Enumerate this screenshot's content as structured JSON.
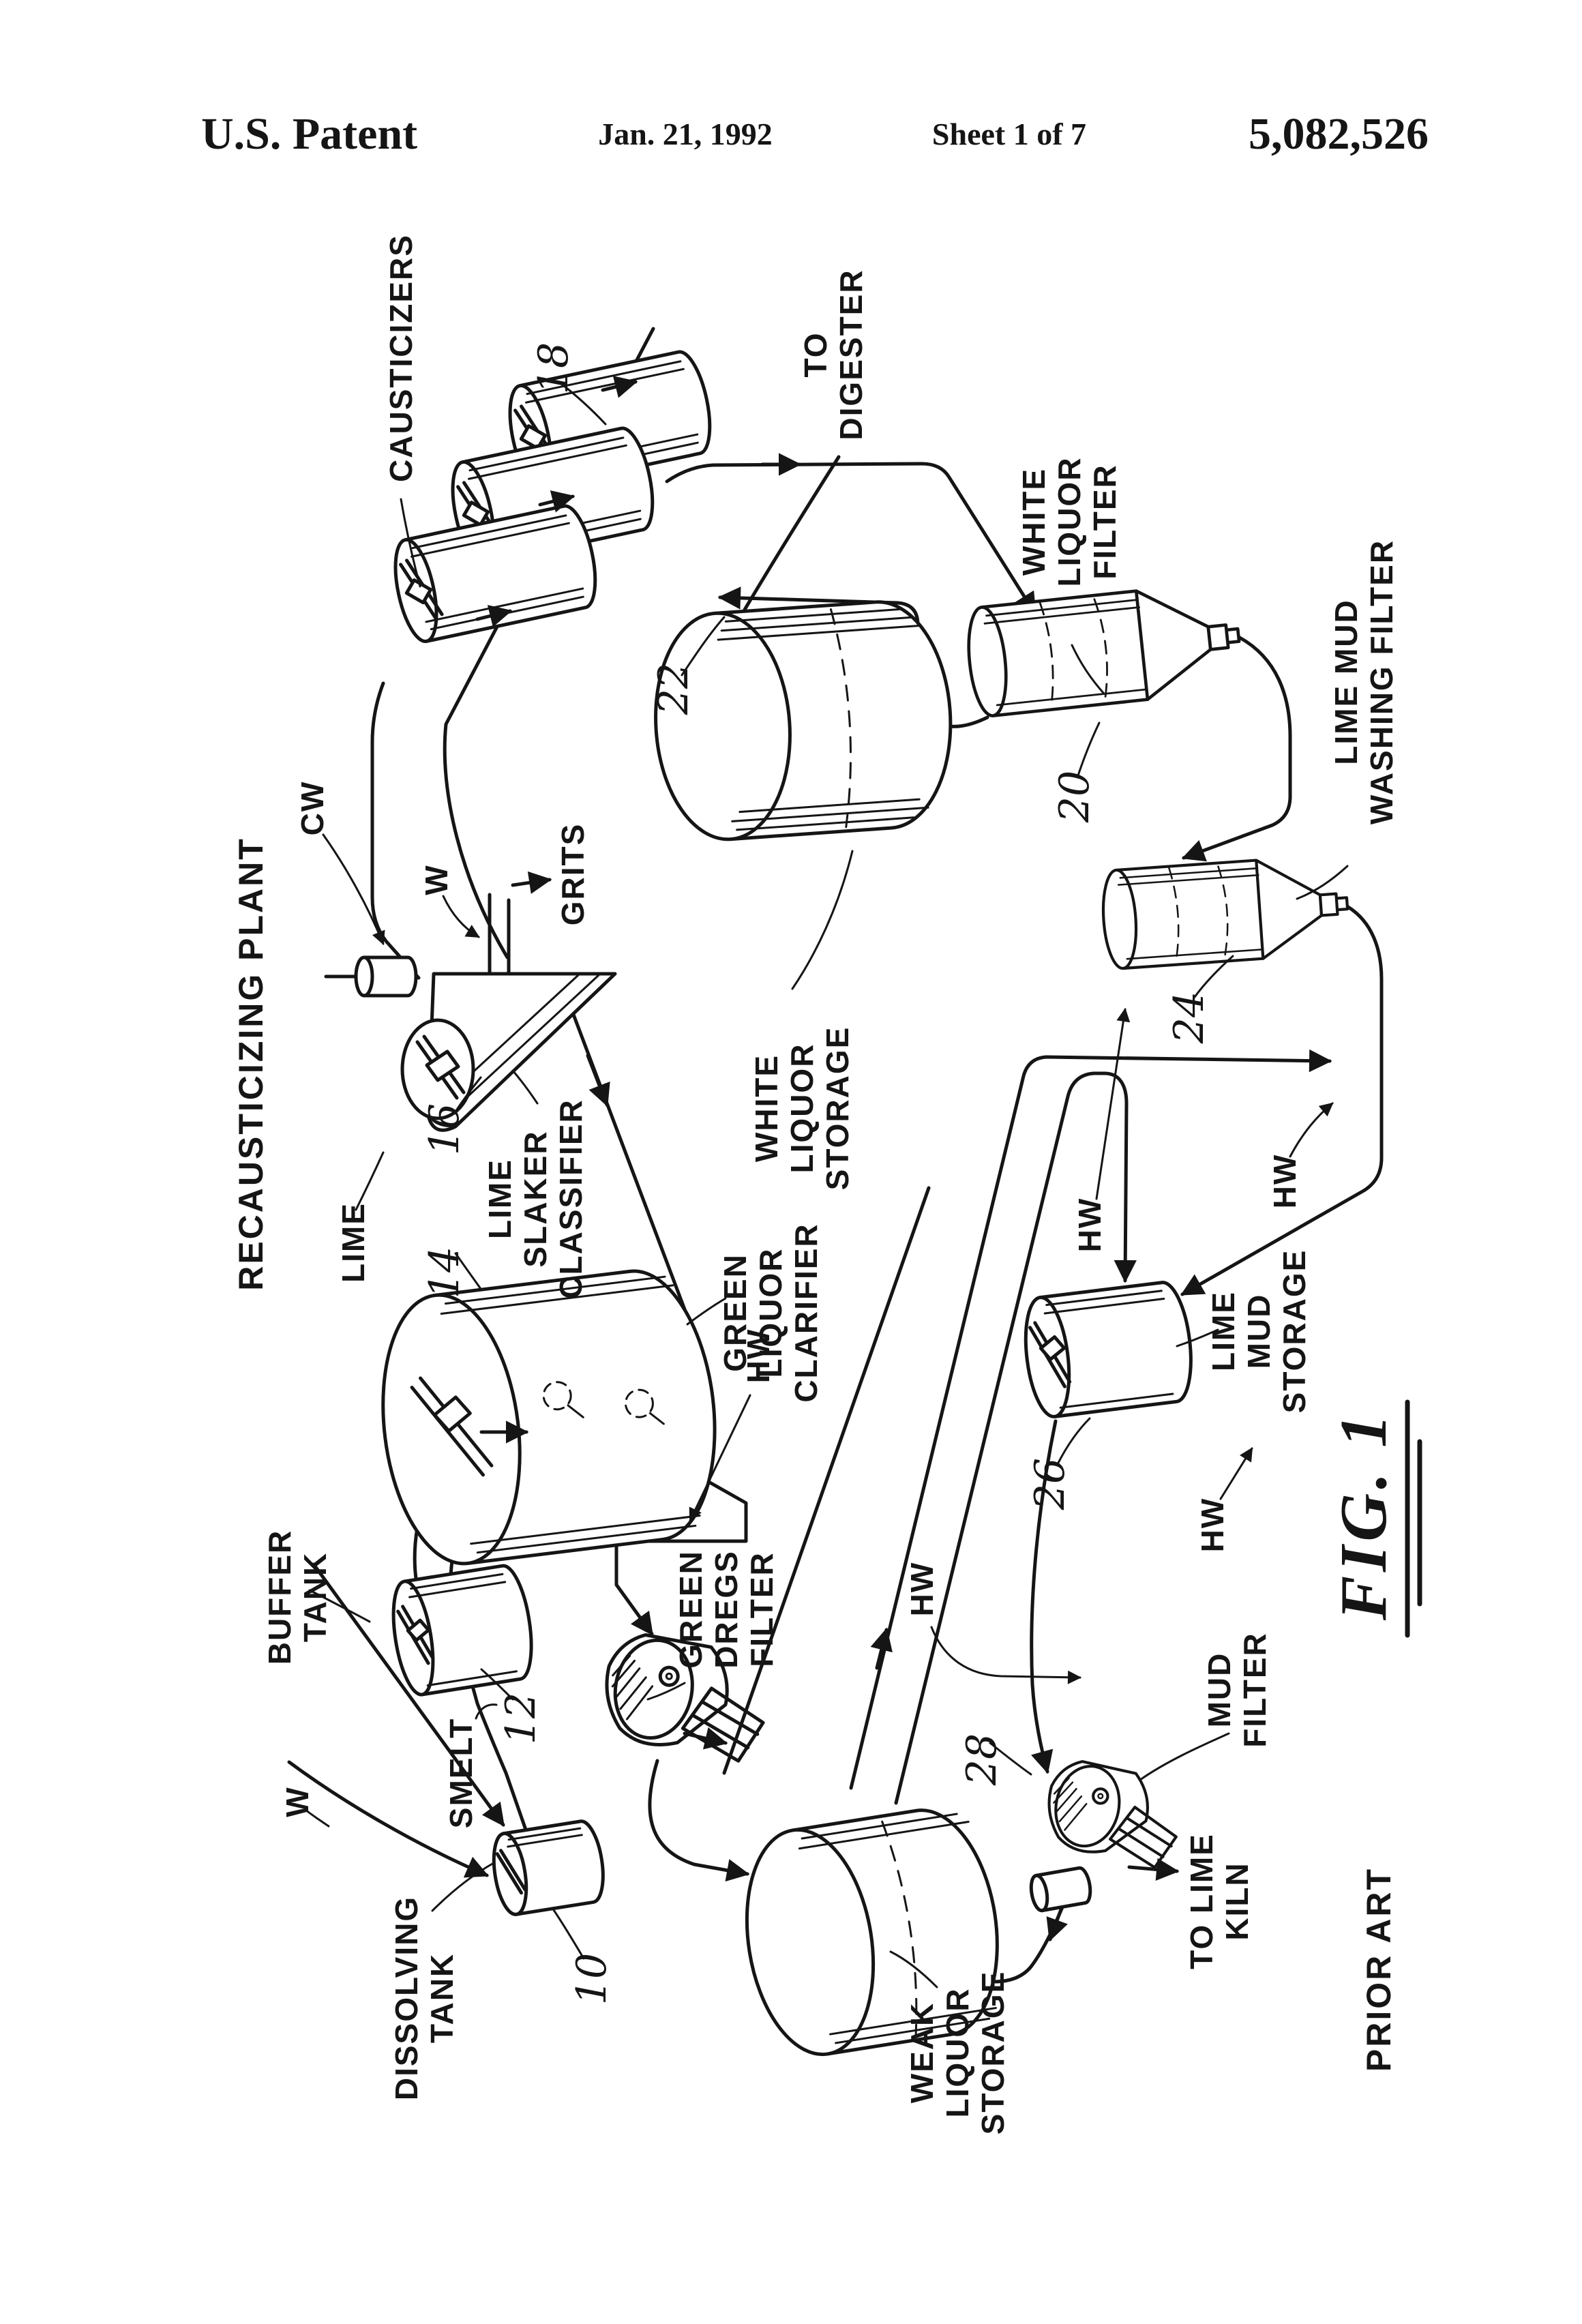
{
  "header": {
    "title": "U.S. Patent",
    "date": "Jan. 21, 1992",
    "sheet": "Sheet 1 of 7",
    "patent_number": "5,082,526"
  },
  "figure": {
    "designation": "FIG. 1",
    "prior_art": "PRIOR ART"
  },
  "diagram": {
    "plant_title": "RECAUSTICIZING PLANT",
    "equipment": {
      "dissolving_tank": {
        "ref": "10",
        "lines": [
          "DISSOLVING",
          "TANK"
        ]
      },
      "buffer_tank": {
        "ref": "12",
        "lines": [
          "BUFFER",
          "TANK"
        ]
      },
      "green_liquor_clarifier": {
        "ref": "14",
        "lines": [
          "GREEN",
          "LIQUOR",
          "CLARIFIER"
        ]
      },
      "lime_slaker_classifier": {
        "ref": "16",
        "lines": [
          "LIME",
          "SLAKER",
          "CLASSIFIER"
        ]
      },
      "causticizers": {
        "ref": "18",
        "lines": [
          "CAUSTICIZERS"
        ]
      },
      "white_liquor_filter": {
        "ref": "20",
        "lines": [
          "WHITE",
          "LIQUOR",
          "FILTER"
        ]
      },
      "white_liquor_storage": {
        "ref": "22",
        "lines": [
          "WHITE",
          "LIQUOR",
          "STORAGE"
        ]
      },
      "lime_mud_washing_filter": {
        "ref": "24",
        "lines": [
          "LIME MUD",
          "WASHING FILTER"
        ]
      },
      "lime_mud_storage": {
        "ref": "26",
        "lines": [
          "LIME",
          "MUD",
          "STORAGE"
        ]
      },
      "mud_filter": {
        "ref": "28",
        "lines": [
          "MUD",
          "FILTER"
        ]
      },
      "green_dregs_filter": {
        "lines": [
          "GREEN",
          "DREGS",
          "FILTER"
        ]
      },
      "weak_liquor_storage": {
        "lines": [
          "WEAK",
          "LIQUOR",
          "STORAGE"
        ]
      }
    },
    "streams": {
      "smelt": "SMELT",
      "lime": "LIME",
      "grits": "GRITS",
      "cw": "CW",
      "w": "W",
      "hw": "HW",
      "to_digester": {
        "lines": [
          "TO",
          "DIGESTER"
        ]
      },
      "to_lime_kiln": {
        "lines": [
          "TO LIME",
          "KILN"
        ]
      }
    },
    "colors": {
      "ink": "#151515",
      "paper": "#ffffff"
    }
  }
}
